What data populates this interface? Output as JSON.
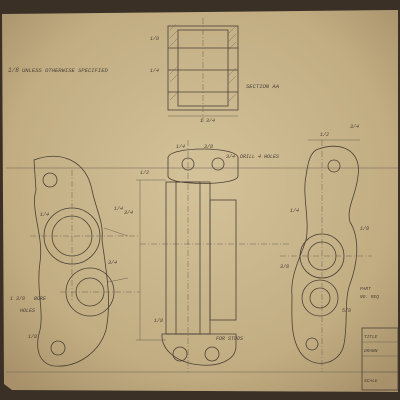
{
  "drawing": {
    "general_note": "UNLESS OTHERWISE SPECIFIED",
    "section_label": "SECTION AA",
    "drill_note": "DRILL 4 HOLES",
    "bore_note": "BORE",
    "holes_note": "HOLES",
    "faint_labels": [
      "FOR STUDS",
      "PART",
      "NO. REQ"
    ],
    "title_block_lines": [
      "TITLE",
      "DRAWN",
      "SCALE"
    ]
  },
  "colors": {
    "paper": "#c9b48a",
    "ink": "#4a4035",
    "background": "#3a3026"
  }
}
